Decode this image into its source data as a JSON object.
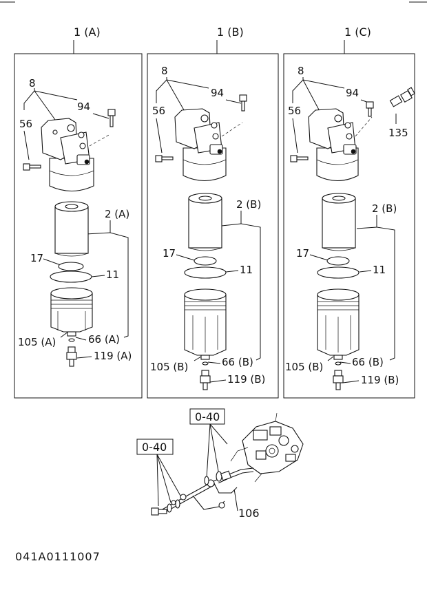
{
  "variants": [
    {
      "title": "1 (A)",
      "labels": {
        "bracket": "8",
        "bolt_top": "94",
        "bolt_side": "56",
        "element": "2 (A)",
        "seal_small": "17",
        "seal_large": "11",
        "bowl": "105 (A)",
        "oring": "66 (A)",
        "drain": "119 (A)"
      }
    },
    {
      "title": "1 (B)",
      "labels": {
        "bracket": "8",
        "bolt_top": "94",
        "bolt_side": "56",
        "element": "2 (B)",
        "seal_small": "17",
        "seal_large": "11",
        "bowl": "105 (B)",
        "oring": "66 (B)",
        "drain": "119 (B)"
      }
    },
    {
      "title": "1 (C)",
      "labels": {
        "bracket": "8",
        "bolt_top": "94",
        "bolt_side": "56",
        "extra": "135",
        "element": "2 (B)",
        "seal_small": "17",
        "seal_large": "11",
        "bowl": "105 (B)",
        "oring": "66 (B)",
        "drain": "119 (B)"
      }
    }
  ],
  "assembly": {
    "ref_left": "0-40",
    "ref_right": "0-40",
    "pipe": "106"
  },
  "diagram_code": "041A0111007"
}
